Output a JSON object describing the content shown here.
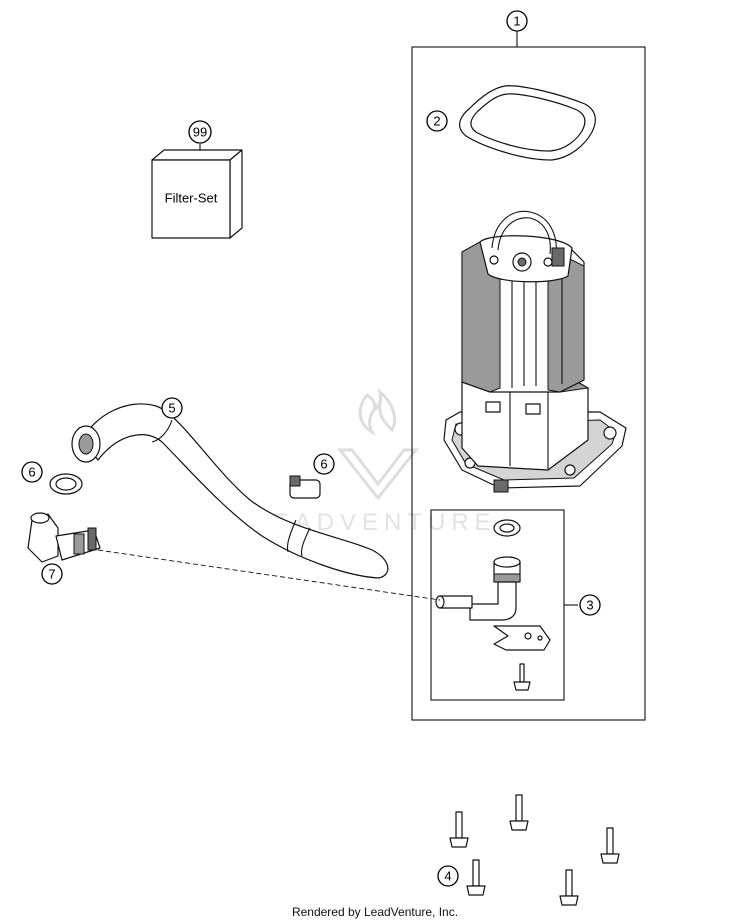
{
  "callouts": {
    "c1": "1",
    "c2": "2",
    "c3": "3",
    "c4": "4",
    "c5": "5",
    "c6a": "6",
    "c6b": "6",
    "c7": "7",
    "c99": "99"
  },
  "filter_set_label": "Filter-Set",
  "watermark_text": "LEADVENTURE",
  "footer_text": "Rendered by LeadVenture, Inc.",
  "colors": {
    "line": "#111111",
    "shade": "#9a9a9a",
    "watermark": "#dddddd"
  }
}
